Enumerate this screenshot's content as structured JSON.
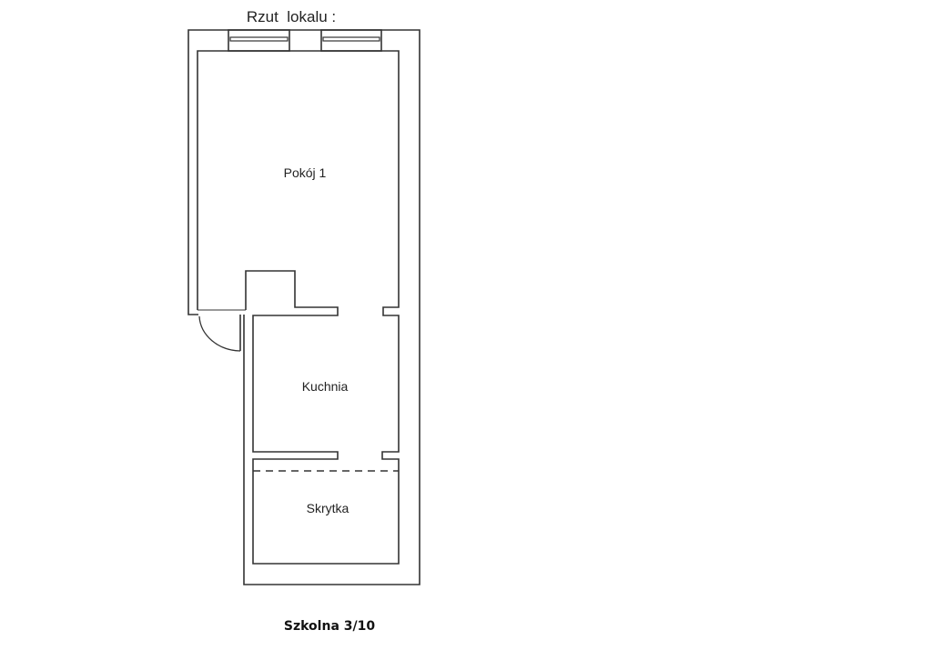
{
  "title": "Rzut  lokalu :",
  "rooms": {
    "room1": "Pokój 1",
    "kitchen": "Kuchnia",
    "storage": "Skrytka"
  },
  "address": "Szkolna 3/10"
}
